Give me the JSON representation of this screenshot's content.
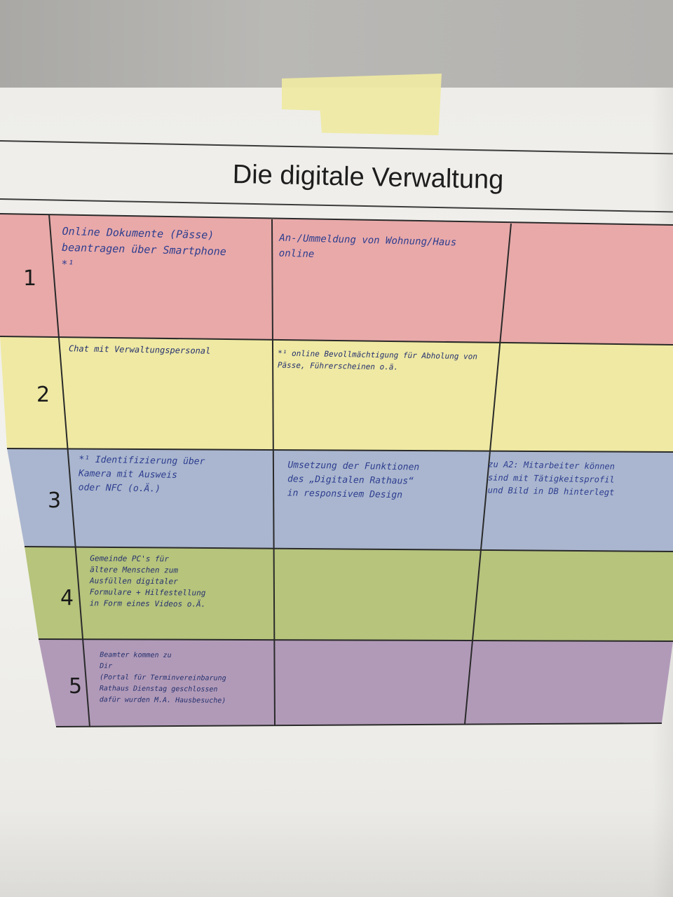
{
  "poster": {
    "title": "Die digitale Verwaltung",
    "rows": [
      {
        "number": "1",
        "color": "#e9a9a9",
        "cells": [
          "Online Dokumente (Pässe)\nbeantragen über Smartphone\n*¹",
          "An-/Ummeldung von Wohnung/Haus\nonline",
          ""
        ]
      },
      {
        "number": "2",
        "color": "#efe9a3",
        "cells": [
          "Chat mit Verwaltungspersonal",
          "*¹ online Bevollmächtigung für Abholung von\nPässe, Führerscheinen o.ä.",
          ""
        ]
      },
      {
        "number": "3",
        "color": "#aab6cf",
        "cells": [
          "*¹ Identifizierung über\nKamera mit Ausweis\noder NFC (o.Ä.)",
          "Umsetzung der Funktionen\ndes „Digitalen Rathaus“\nin responsivem Design",
          "zu A2: Mitarbeiter können\nsind mit Tätigkeitsprofil\nund Bild in DB hinterlegt"
        ]
      },
      {
        "number": "4",
        "color": "#b6c47c",
        "cells": [
          "Gemeinde PC's für\nältere Menschen zum\nAusfüllen digitaler\nFormulare + Hilfestellung\nin Form eines Videos o.Ä.",
          "",
          ""
        ]
      },
      {
        "number": "5",
        "color": "#b19ab8",
        "cells": [
          "Beamter kommen zu\nDir\n(Portal für Terminvereinbarung\nRathaus Dienstag geschlossen\ndafür wurden M.A. Hausbesuche)",
          "",
          ""
        ]
      }
    ]
  }
}
